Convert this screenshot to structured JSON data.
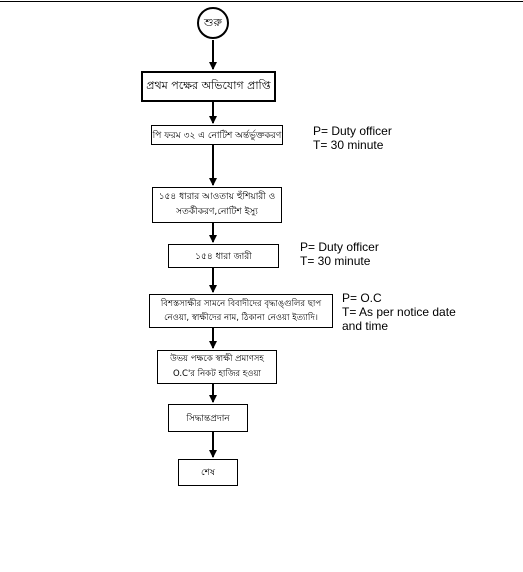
{
  "flowchart": {
    "start": "শুরু",
    "steps": [
      "প্রথম পক্ষের অভিযোগ প্রাপ্তি",
      "পি ফরম ৩২ এ নোটিশ অর্ন্তর্ভুক্তকরণ",
      [
        "১৫৪ ধারার আওতায় হুঁশিয়ারী ও",
        "সতর্কীকরণ,নোটিশ ইস্যু"
      ],
      "১৫৪ ধারা জারী",
      [
        "বিশস্তসাক্ষীর সামনে বিবাদীদের বৃদ্ধাঙ্গুলির ছাপ",
        "নেওয়া, স্বাক্ষীদের নাম, ঠিকানা নেওয়া ইত্যাদি।"
      ],
      [
        "উভয় পক্ষকে স্বাক্ষী প্রমাণসহ",
        "O.C'র নিকট হাজির হওয়া"
      ],
      "সিদ্ধান্তপ্রদান",
      "শেষ"
    ],
    "notes": [
      {
        "p": "P= Duty officer",
        "t": "T= 30 minute"
      },
      {
        "p": "P= Duty officer",
        "t": "T= 30 minute"
      },
      {
        "p": "P= O.C",
        "t": "T= As per notice date",
        "t2": "and time"
      }
    ]
  }
}
